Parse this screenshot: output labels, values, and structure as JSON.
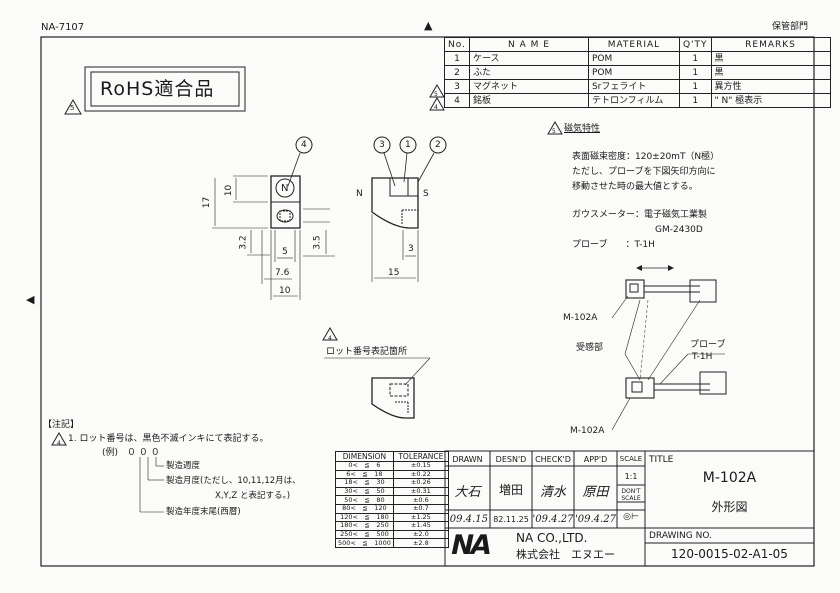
{
  "header": {
    "doc_code": "NA-7107",
    "top_right": "保管部門",
    "top_marker": "▲"
  },
  "rohs": {
    "label": "RoHS適合品",
    "rev_mark": "5"
  },
  "parts_table": {
    "headers": [
      "No.",
      "N A M E",
      "MATERIAL",
      "Q'TY",
      "REMARKS"
    ],
    "rows": [
      {
        "no": "1",
        "name": "ケース",
        "material": "POM",
        "qty": "1",
        "remarks": "黒",
        "rev": ""
      },
      {
        "no": "2",
        "name": "ふた",
        "material": "POM",
        "qty": "1",
        "remarks": "黒",
        "rev": ""
      },
      {
        "no": "3",
        "name": "マグネット",
        "material": "Srフェライト",
        "qty": "1",
        "remarks": "異方性",
        "rev": "5"
      },
      {
        "no": "4",
        "name": "銘板",
        "material": "テトロンフィルム",
        "qty": "1",
        "remarks": "\" N\" 極表示",
        "rev": "4"
      }
    ]
  },
  "magnetic": {
    "title": "磁気特性",
    "rev": "5",
    "lines": [
      "表面磁束密度：120±20mT（N極）",
      "ただし、プローブを下図矢印方向に",
      "移動させた時の最大値とする。"
    ],
    "gauss_label": "ガウスメーター：電子磁気工業製",
    "gauss_model": "GM-2430D",
    "probe_label": "プローブ　　：T-1H"
  },
  "front_view": {
    "balloon": "4",
    "pole": "N",
    "dims": {
      "d10": "10",
      "d17": "17",
      "d32": "3.2",
      "d5": "5",
      "d35": "3.5",
      "d76": "7.6",
      "d10b": "10"
    }
  },
  "side_view": {
    "balloons": [
      "3",
      "1",
      "2"
    ],
    "left_pole": "N",
    "right_pole": "S",
    "dims": {
      "d3": "3",
      "d15": "15"
    }
  },
  "lot_mark": {
    "rev": "4",
    "label": "ロット番号表記箇所"
  },
  "measure": {
    "m_upper": "M-102A",
    "m_lower": "M-102A",
    "sensor": "受感部",
    "probe_label": "プローブ",
    "probe_model": "T-1H"
  },
  "notes": {
    "title": "【注記】",
    "rev": "4",
    "line1": "1. ロット番号は、黒色不滅インキにて表記する。",
    "example": "(例)　０ ０ ０",
    "item_week": "製造週度",
    "item_month": "製造月度(ただし、10,11,12月は、",
    "item_month2": "X,Y,Z と表記する。)",
    "item_year": "製造年度末尾(西暦)"
  },
  "tolerance": {
    "headers": [
      "DIMENSION",
      "TOLERANCE"
    ],
    "rows": [
      [
        "0<　≦　6",
        "±0.15"
      ],
      [
        "6<　≦　18",
        "±0.22"
      ],
      [
        "18<　≦　30",
        "±0.26"
      ],
      [
        "30<　≦　50",
        "±0.31"
      ],
      [
        "50<　≦　80",
        "±0.6"
      ],
      [
        "80<　≦　120",
        "±0.7"
      ],
      [
        "120<　≦　180",
        "±1.25"
      ],
      [
        "180<　≦　250",
        "±1.45"
      ],
      [
        "250<　≦　500",
        "±2.0"
      ],
      [
        "500<　≦　1000",
        "±2.8"
      ]
    ]
  },
  "title_block": {
    "drawn_h": "DRAWN",
    "desnd_h": "DESN'D",
    "checkd_h": "CHECK'D",
    "appd_h": "APP'D",
    "scale_h": "SCALE",
    "drawn_sig": "大石",
    "desnd_sig": "増田",
    "checkd_sig": "清水",
    "appd_sig": "原田",
    "scale_val": "1:1",
    "dont_scale": "DON'T SCALE",
    "d_drawn": "'09.4.15",
    "d_desnd": "82.11.25",
    "d_checkd": "'09.4.27",
    "d_appd": "'09.4.27",
    "title_h": "TITLE",
    "title_1": "M-102A",
    "title_2": "外形図",
    "company_en": "NA CO.,LTD.",
    "company_jp": "株式会社　エヌエー",
    "logo": "NA",
    "drawing_no_h": "DRAWING NO.",
    "drawing_no": "120-0015-02-A1-05"
  },
  "left_marker": "◀"
}
